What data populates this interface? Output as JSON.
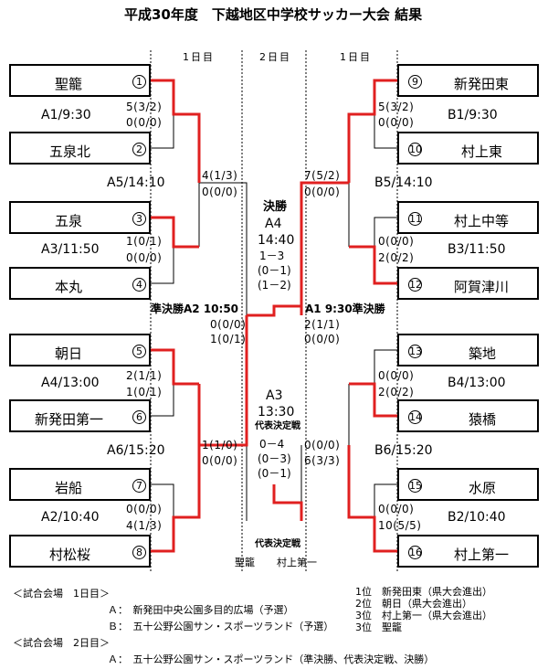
{
  "title": "平成30年度　下越地区中学校サッカー大会 結果",
  "days": {
    "left": "1日目",
    "center": "2日目",
    "right": "1日目"
  },
  "teams": [
    {
      "name": "聖籠",
      "num": "1"
    },
    {
      "name": "五泉北",
      "num": "2"
    },
    {
      "name": "五泉",
      "num": "3"
    },
    {
      "name": "本丸",
      "num": "4"
    },
    {
      "name": "朝日",
      "num": "5"
    },
    {
      "name": "新発田第一",
      "num": "6"
    },
    {
      "name": "岩船",
      "num": "7"
    },
    {
      "name": "村松桜",
      "num": "8"
    },
    {
      "name": "新発田東",
      "num": "9"
    },
    {
      "name": "村上東",
      "num": "10"
    },
    {
      "name": "村上中等",
      "num": "11"
    },
    {
      "name": "阿賀津川",
      "num": "12"
    },
    {
      "name": "築地",
      "num": "13"
    },
    {
      "name": "猿橋",
      "num": "14"
    },
    {
      "name": "水原",
      "num": "15"
    },
    {
      "name": "村上第一",
      "num": "16"
    }
  ],
  "matches": {
    "A1": "A1/9:30",
    "A5": "A5/14:10",
    "A3": "A3/11:50",
    "A4": "A4/13:00",
    "A6": "A6/15:20",
    "A2": "A2/10:40",
    "B1": "B1/9:30",
    "B5": "B5/14:10",
    "B3": "B3/11:50",
    "B4": "B4/13:00",
    "B6": "B6/15:20",
    "B2": "B2/10:40"
  },
  "scores": {
    "s1": "5(3/2)",
    "s2": "0(0/0)",
    "s3": "4(1/3)",
    "s4": "0(0/0)",
    "s5": "1(0/1)",
    "s6": "0(0/0)",
    "s7": "0(0/0)",
    "s8": "1(0/1)",
    "s9": "2(1/1)",
    "s10": "1(0/1)",
    "s11": "1(1/0)",
    "s12": "0(0/0)",
    "s13": "0(0/0)",
    "s14": "4(1/3)",
    "s15": "5(3/2)",
    "s16": "0(0/0)",
    "s17": "7(5/2)",
    "s18": "0(0/0)",
    "s19": "0(0/0)",
    "s20": "2(0/2)",
    "s21": "2(1/1)",
    "s22": "0(0/0)",
    "s23": "0(0/0)",
    "s24": "2(0/2)",
    "s25": "0(0/0)",
    "s26": "6(3/3)",
    "s27": "0(0/0)",
    "s28": "10(5/5)"
  },
  "final": {
    "label": "決勝",
    "venue": "A4",
    "time": "14:40",
    "score": "1－3",
    "half1": "(0－1)",
    "half2": "(1－2)"
  },
  "semis": {
    "left": "準決勝A2 10:50",
    "right": "A1 9:30準決勝"
  },
  "playoff": {
    "venue": "A3",
    "time": "13:30",
    "label": "代表決定戦",
    "score": "0－4",
    "half1": "(0－3)",
    "half2": "(0－1)",
    "label2": "代表決定戦",
    "team_left": "聖籠",
    "team_right": "村上第一"
  },
  "footer": {
    "venue1_head": "＜試合会場　1日目＞",
    "venue1_a": "Ａ：　新発田中央公園多目的広場（予選）",
    "venue1_b": "Ｂ：　五十公野公園サン・スポーツランド（予選）",
    "venue2_head": "＜試合会場　2日目＞",
    "venue2_a": "Ａ：　五十公野公園サン・スポーツランド（準決勝、代表決定戦、決勝）",
    "rank1": "1位　新発田東（県大会進出）",
    "rank2": "2位　朝日（県大会進出）",
    "rank3": "3位　村上第一（県大会進出）",
    "rank4": "3位　聖籠"
  },
  "colors": {
    "winner": "#e02020",
    "line": "#000000"
  }
}
